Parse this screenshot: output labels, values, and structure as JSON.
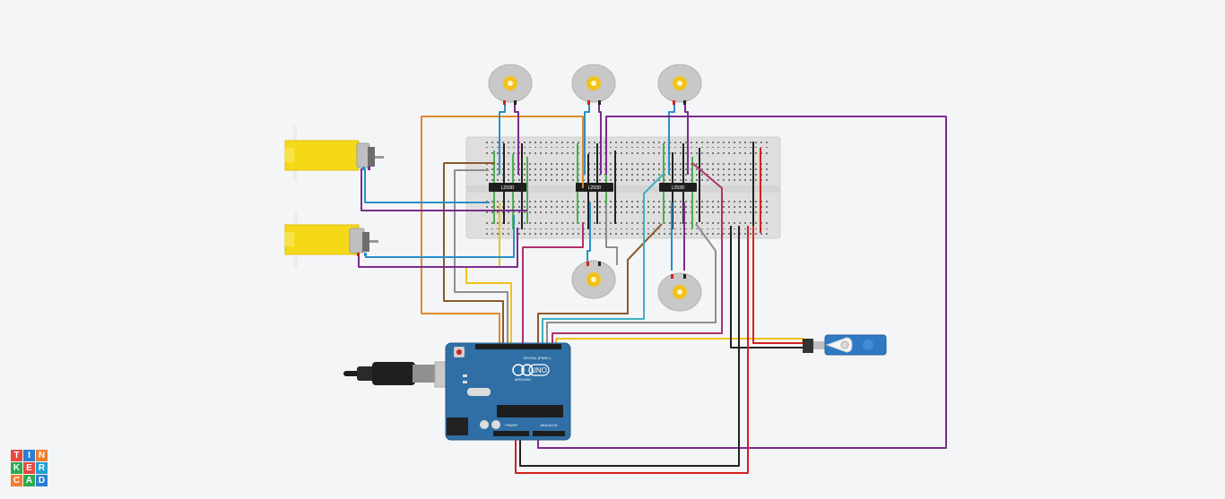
{
  "app": {
    "logo_letters": [
      "T",
      "I",
      "N",
      "K",
      "E",
      "R",
      "C",
      "A",
      "D"
    ],
    "logo_colors": [
      "#e8493f",
      "#2b7fd1",
      "#ef7d32",
      "#2fa84f",
      "#e8493f",
      "#1f9fd7",
      "#ef7d32",
      "#2fa84f",
      "#2b7fd1"
    ]
  },
  "circuit": {
    "driver_chips": [
      {
        "label": "L293D"
      },
      {
        "label": "L293D"
      },
      {
        "label": "L293D"
      }
    ],
    "arduino": {
      "brand": "ARDUINO",
      "model": "UNO",
      "digital_header": "DIGITAL (PWM~)",
      "power_header": "POWER",
      "analog_header": "ANALOG IN"
    },
    "components": [
      "gear-motor",
      "gear-motor",
      "dc-motor",
      "dc-motor",
      "dc-motor",
      "dc-motor",
      "dc-motor",
      "micro-servo",
      "usb-cable",
      "breadboard"
    ],
    "wire_colors": {
      "orange": "#e08a2c",
      "purple": "#7b2c8c",
      "blue": "#2a8fc7",
      "black": "#222222",
      "red": "#d42020",
      "yellow": "#f2c21a",
      "green": "#4caf50",
      "brown": "#8a5a2b",
      "grey": "#8e8e8e",
      "teal": "#3fb1c2",
      "magenta": "#b0306e"
    }
  }
}
